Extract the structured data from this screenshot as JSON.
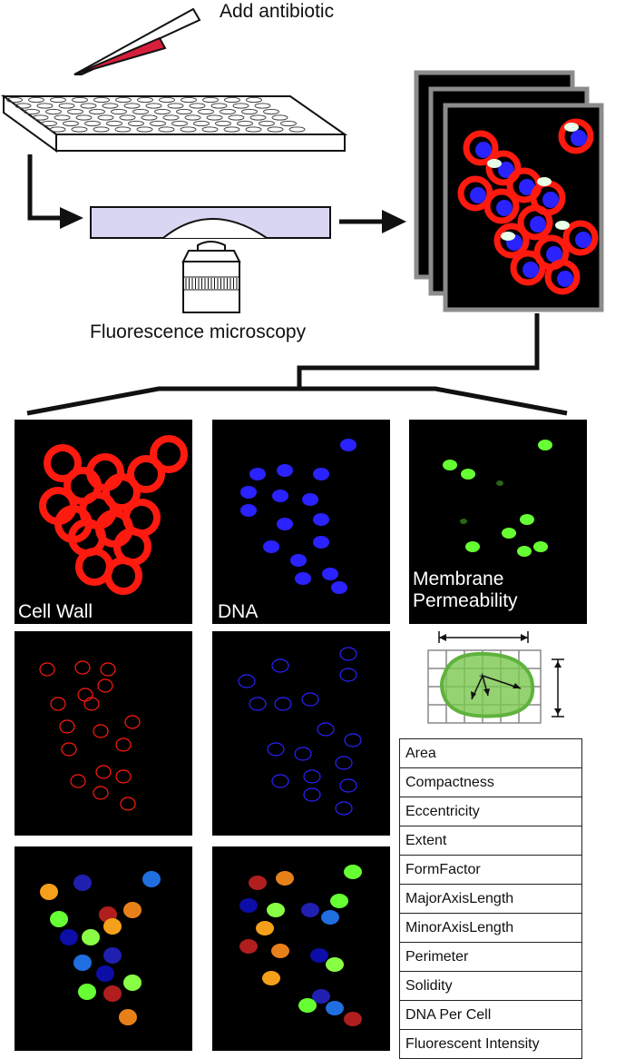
{
  "top": {
    "add_label": "Add antibiotic",
    "microscopy_label": "Fluorescence microscopy"
  },
  "panels": {
    "cell_wall_label": "Cell Wall",
    "dna_label": "DNA",
    "membrane_label_line1": "Membrane",
    "membrane_label_line2": "Permeability"
  },
  "features": [
    "Area",
    "Compactness",
    "Eccentricity",
    "Extent",
    "FormFactor",
    "MajorAxisLength",
    "MinorAxisLength",
    "Perimeter",
    "Solidity",
    "DNA Per Cell",
    "Fluorescent Intensity"
  ],
  "colors": {
    "cell_wall": "#ff1a10",
    "dna": "#2a22ff",
    "membrane": "#66ff33",
    "slide": "#d8d6f2",
    "pipette_tip": "#d61f3c"
  }
}
